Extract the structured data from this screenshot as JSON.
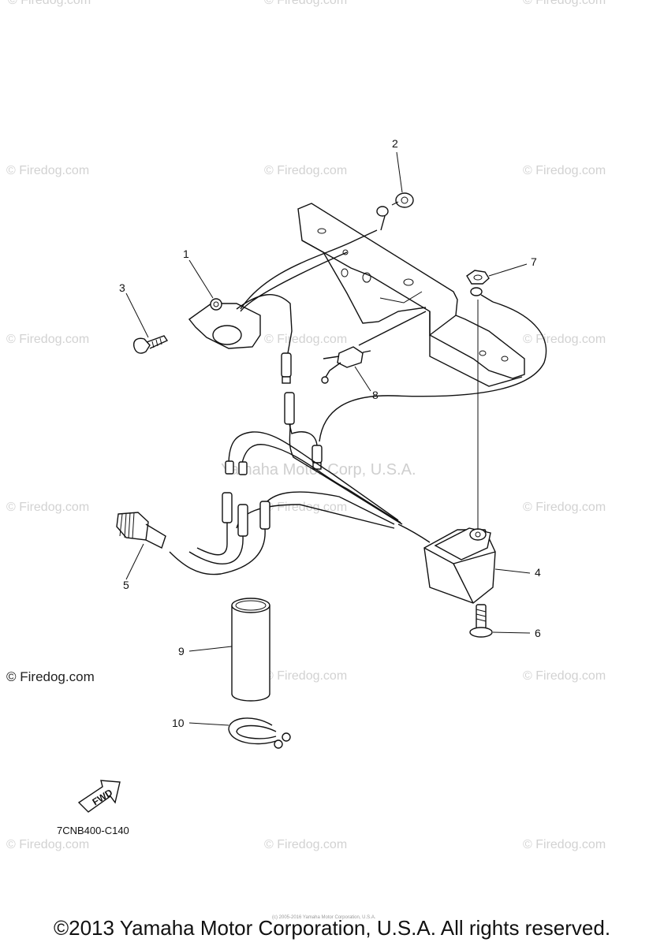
{
  "watermarks": [
    "© Firedog.com",
    "© Firedog.com",
    "© Firedog.com",
    "© Firedog.com",
    "© Firedog.com",
    "© Firedog.com",
    "© Firedog.com",
    "© Firedog.com",
    "© Firedog.com",
    "© Firedog.com",
    "© Firedog.com",
    "© Firedog.com",
    "© Firedog.com",
    "© Firedog.com",
    "© Firedog.com",
    "© Firedog.com",
    "© Firedog.com",
    "© Firedog.com"
  ],
  "center_watermark": "Yamaha Motor Corp, U.S.A.",
  "callouts": {
    "c1": "1",
    "c2": "2",
    "c3": "3",
    "c4": "4",
    "c5": "5",
    "c6": "6",
    "c7": "7",
    "c8": "8",
    "c9": "9",
    "c10": "10"
  },
  "fwd_label": "FWD",
  "drawing_code": "7CNB400-C140",
  "footer": "©2013 Yamaha Motor Corporation, U.S.A. All rights reserved.",
  "tiny_note": "(c) 2005-2016 Yamaha Motor Corporation, U.S.A."
}
